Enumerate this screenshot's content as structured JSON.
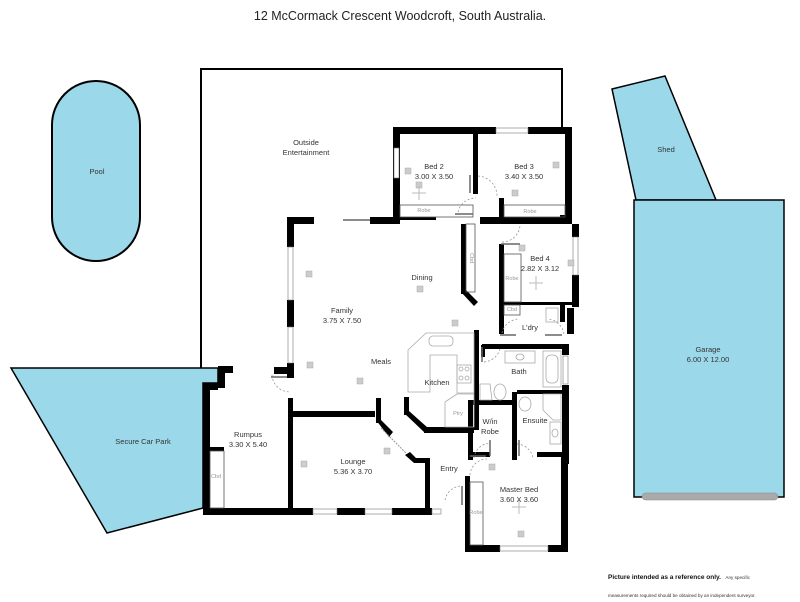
{
  "title": "12 McCormack Crescent Woodcroft, South Australia.",
  "colors": {
    "outdoor_fill": "#9bd8ea",
    "wall": "#000000",
    "fixture": "#aaaaaa",
    "background": "#ffffff"
  },
  "outdoor_areas": [
    {
      "id": "pool",
      "label": "Pool"
    },
    {
      "id": "outside-entertainment",
      "label": "Outside\nEntertainment"
    },
    {
      "id": "secure-car-park",
      "label": "Secure Car Park"
    },
    {
      "id": "shed",
      "label": "Shed"
    },
    {
      "id": "garage",
      "label": "Garage",
      "dims": "6.00 X 12.00"
    }
  ],
  "rooms": {
    "outside": {
      "label1": "Outside",
      "label2": "Entertainment"
    },
    "pool": {
      "label": "Pool"
    },
    "carpark": {
      "label": "Secure Car Park"
    },
    "shed": {
      "label": "Shed"
    },
    "garage": {
      "label": "Garage",
      "dims": "6.00 X 12.00"
    },
    "bed2": {
      "label": "Bed 2",
      "dims": "3.00 X 3.50"
    },
    "bed3": {
      "label": "Bed 3",
      "dims": "3.40 X 3.50"
    },
    "bed4": {
      "label": "Bed 4",
      "dims": "2.82 X 3.12"
    },
    "family": {
      "label": "Family",
      "dims": "3.75 X 7.50"
    },
    "dining": {
      "label": "Dining"
    },
    "meals": {
      "label": "Meals"
    },
    "kitchen": {
      "label": "Kitchen"
    },
    "laundry": {
      "label": "L'dry"
    },
    "bath": {
      "label": "Bath"
    },
    "ensuite": {
      "label": "Ensuite"
    },
    "wir": {
      "label1": "W/in",
      "label2": "Robe"
    },
    "rumpus": {
      "label": "Rumpus",
      "dims": "3.30 X 5.40"
    },
    "lounge": {
      "label": "Lounge",
      "dims": "5.36 X 3.70"
    },
    "entry": {
      "label": "Entry"
    },
    "master": {
      "label": "Master Bed",
      "dims": "3.60 X 3.60"
    }
  },
  "fixtures": {
    "robe": "Robe",
    "cbd": "Cbd",
    "ptry": "Ptry"
  },
  "disclaimer": {
    "bold": "Picture intended as a reference only.",
    "fine_a": "Any specific",
    "fine_b": "measurements required should be obtained by an independent surveyor."
  }
}
